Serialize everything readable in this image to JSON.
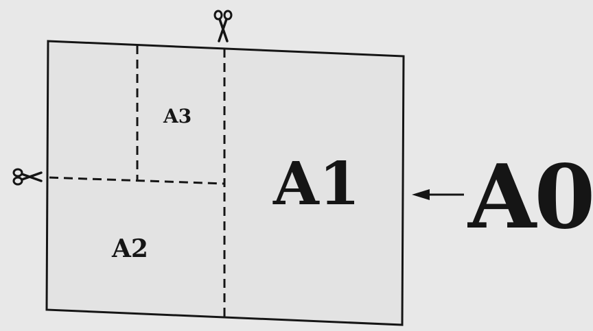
{
  "diagram": {
    "labels": {
      "a3": "A3",
      "a2": "A2",
      "a1": "A1",
      "a0": "A0"
    },
    "icons": {
      "top_cut": "scissors-icon",
      "left_cut": "scissors-icon",
      "pointer": "arrow-left-icon"
    },
    "colors": {
      "background": "#e8e8e8",
      "ink": "#151515"
    }
  }
}
